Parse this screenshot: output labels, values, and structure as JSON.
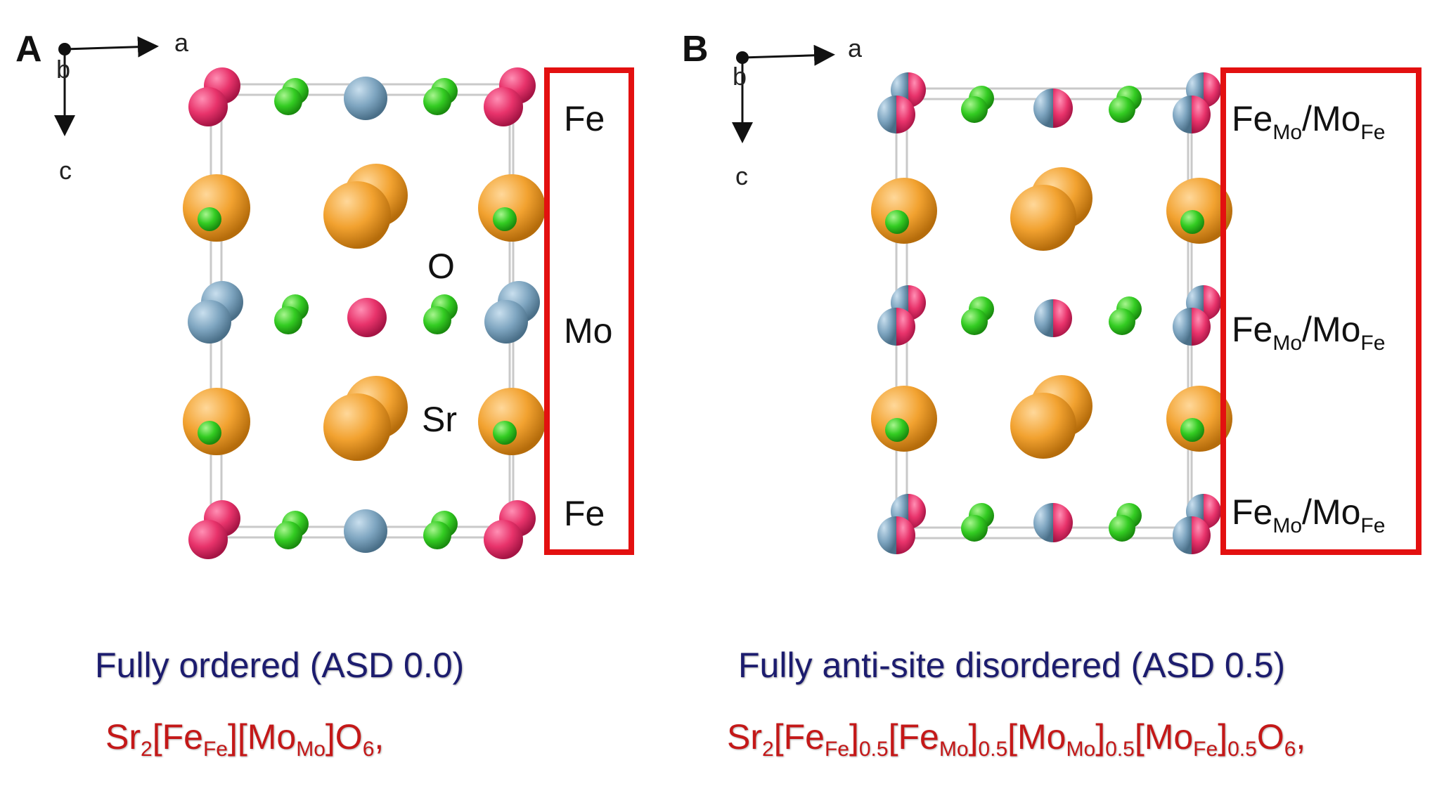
{
  "panels": [
    {
      "letter": "A",
      "axes": {
        "a": "a",
        "b": "b",
        "c": "c"
      },
      "atom_labels": {
        "o": "O",
        "sr": "Sr"
      },
      "layer_labels": [
        {
          "main": "Fe"
        },
        {
          "main": "Mo"
        },
        {
          "main": "Fe"
        }
      ],
      "caption": "Fully ordered (ASD 0.0)",
      "formula": {
        "p1": "Sr",
        "s1": "2",
        "p2": "[Fe",
        "s2": "Fe",
        "p3": "][Mo",
        "s3": "Mo",
        "p4": "]O",
        "s4": "6",
        "p5": ","
      }
    },
    {
      "letter": "B",
      "axes": {
        "a": "a",
        "b": "b",
        "c": "c"
      },
      "layer_labels": [
        {
          "m1": "Fe",
          "s1": "Mo",
          "m2": "/Mo",
          "s2": "Fe"
        },
        {
          "m1": "Fe",
          "s1": "Mo",
          "m2": "/Mo",
          "s2": "Fe"
        },
        {
          "m1": "Fe",
          "s1": "Mo",
          "m2": "/Mo",
          "s2": "Fe"
        }
      ],
      "caption": "Fully anti-site disordered (ASD 0.5)",
      "formula": {
        "p1": "Sr",
        "s1": "2",
        "p2": "[Fe",
        "s2": "Fe",
        "p3": "]",
        "s3": "0.5",
        "p4": "[Fe",
        "s4": "Mo",
        "p5": "]",
        "s5": "0.5",
        "p6": "[Mo",
        "s6": "Mo",
        "p7": "]",
        "s7": "0.5",
        "p8": "[Mo",
        "s8": "Fe",
        "p9": "]",
        "s9": "0.5",
        "p10": "O",
        "s10": "6",
        "p11": ","
      }
    }
  ],
  "colors": {
    "fe": "#e8336b",
    "mo": "#7ea5c0",
    "oxygen": "#33cc22",
    "strontium": "#f2a230",
    "frame": "#e31010",
    "caption": "#1c1c6e",
    "formula": "#c41818"
  }
}
